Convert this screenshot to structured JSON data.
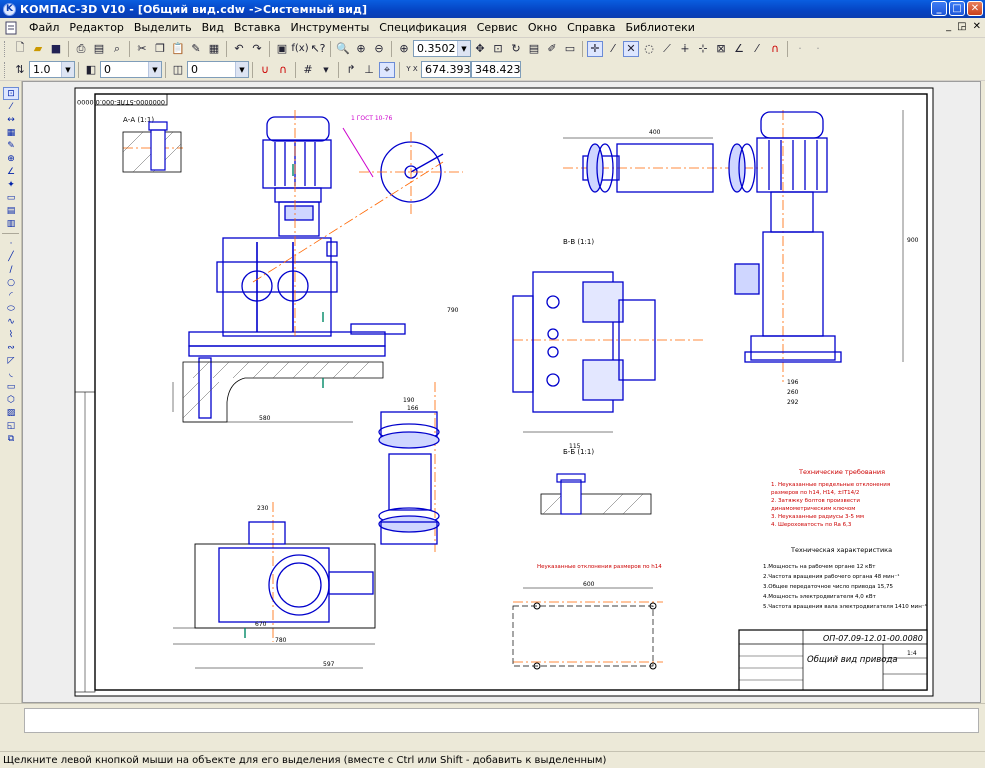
{
  "window": {
    "title": "КОМПАС-3D V10 - [Общий вид.cdw ->Системный вид]",
    "min_label": "_",
    "max_label": "□",
    "close_label": "✕"
  },
  "menu": {
    "items": [
      "Файл",
      "Редактор",
      "Выделить",
      "Вид",
      "Вставка",
      "Инструменты",
      "Спецификация",
      "Сервис",
      "Окно",
      "Справка",
      "Библиотеки"
    ],
    "doc_controls": [
      "_",
      "◲",
      "✕"
    ]
  },
  "toolbar": {
    "zoom_value": "0.3502",
    "step_value": "1.0",
    "layer_value": "0",
    "style_value": "0",
    "coord_label": "Y X",
    "coord_x": "674.393",
    "coord_y": "348.423"
  },
  "drawing": {
    "stamp_text": "0000000-5ТЛЕ-000.0.0000",
    "designation": "ОП-07.09-12.01-00.0080",
    "sheet_title": "Общий вид привода",
    "sheet_scale": "1:4",
    "section_aa": "А-А (1:1)",
    "section_bb": "Б-Б (1:1)",
    "section_vv": "В-В (1:1)",
    "tech_req_title": "Технические требования",
    "tech_char_title": "Техническая характеристика",
    "tech_req_lines": [
      "1. Неуказанные предельные отклонения",
      "   размеров по h14, H14, ±IT14/2",
      "2. Затяжку болтов произвести",
      "   динамометрическим ключом",
      "3. Неуказанные радиусы 3-5 мм",
      "4. Шероховатость по Ra 6,3"
    ],
    "tech_char_lines": [
      "1.Мощность на рабочем органе 12 кВт",
      "2.Частота вращения рабочего органа 48 мин⁻¹",
      "3.Общее передаточное число привода 15,75",
      "4.Мощность электродвигателя 4,0 кВт",
      "5.Частота вращения вала электродвигателя 1410 мин⁻¹"
    ],
    "red_note": "Неуказанные отклонения размеров по h14",
    "dims": {
      "d1": "580",
      "d2": "790",
      "d3": "400",
      "d4": "900",
      "d5": "597",
      "d6": "780",
      "d7": "670",
      "d8": "230",
      "d9": "115",
      "d10": "190",
      "d11": "166",
      "d12": "600",
      "d13": "292",
      "d14": "260",
      "d15": "196"
    }
  },
  "status": {
    "hint": "Щелкните левой кнопкой мыши на объекте для его выделения (вместе с Ctrl или Shift - добавить к выделенным)"
  }
}
